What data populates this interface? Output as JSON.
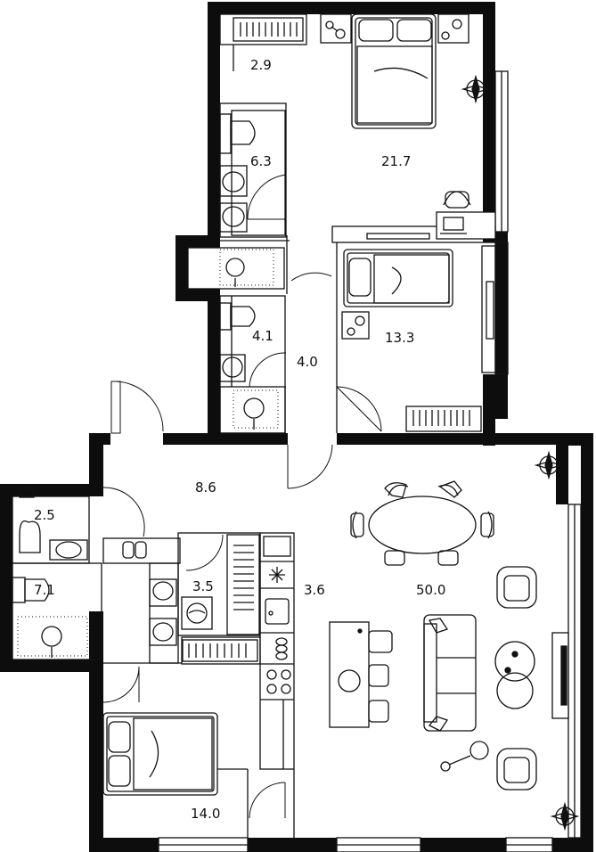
{
  "colors": {
    "wall": "#0d0d0d",
    "line": "#111111",
    "background": "#ffffff"
  },
  "rooms": [
    {
      "id": "wardrobe-top",
      "area": "2.9"
    },
    {
      "id": "master-bedroom",
      "area": "21.7"
    },
    {
      "id": "bathroom-top",
      "area": "6.3"
    },
    {
      "id": "bathroom-middle",
      "area": "4.1"
    },
    {
      "id": "hall-top",
      "area": "4.0"
    },
    {
      "id": "bedroom-kid",
      "area": "13.3"
    },
    {
      "id": "hall-main",
      "area": "8.6"
    },
    {
      "id": "toilet",
      "area": "2.5"
    },
    {
      "id": "bathroom-bottom",
      "area": "7.1"
    },
    {
      "id": "laundry",
      "area": "3.5"
    },
    {
      "id": "kitchen-corridor",
      "area": "3.6"
    },
    {
      "id": "living-room",
      "area": "50.0"
    },
    {
      "id": "bedroom-bottom",
      "area": "14.0"
    }
  ],
  "icons": [
    "compass-icon",
    "bed-icon",
    "toilet-icon",
    "sink-icon",
    "shower-icon",
    "table-icon",
    "sofa-icon",
    "armchair-icon",
    "stove-icon",
    "fridge-icon",
    "washing-machine-icon",
    "lamp-icon",
    "tv-icon",
    "wardrobe-icon"
  ]
}
